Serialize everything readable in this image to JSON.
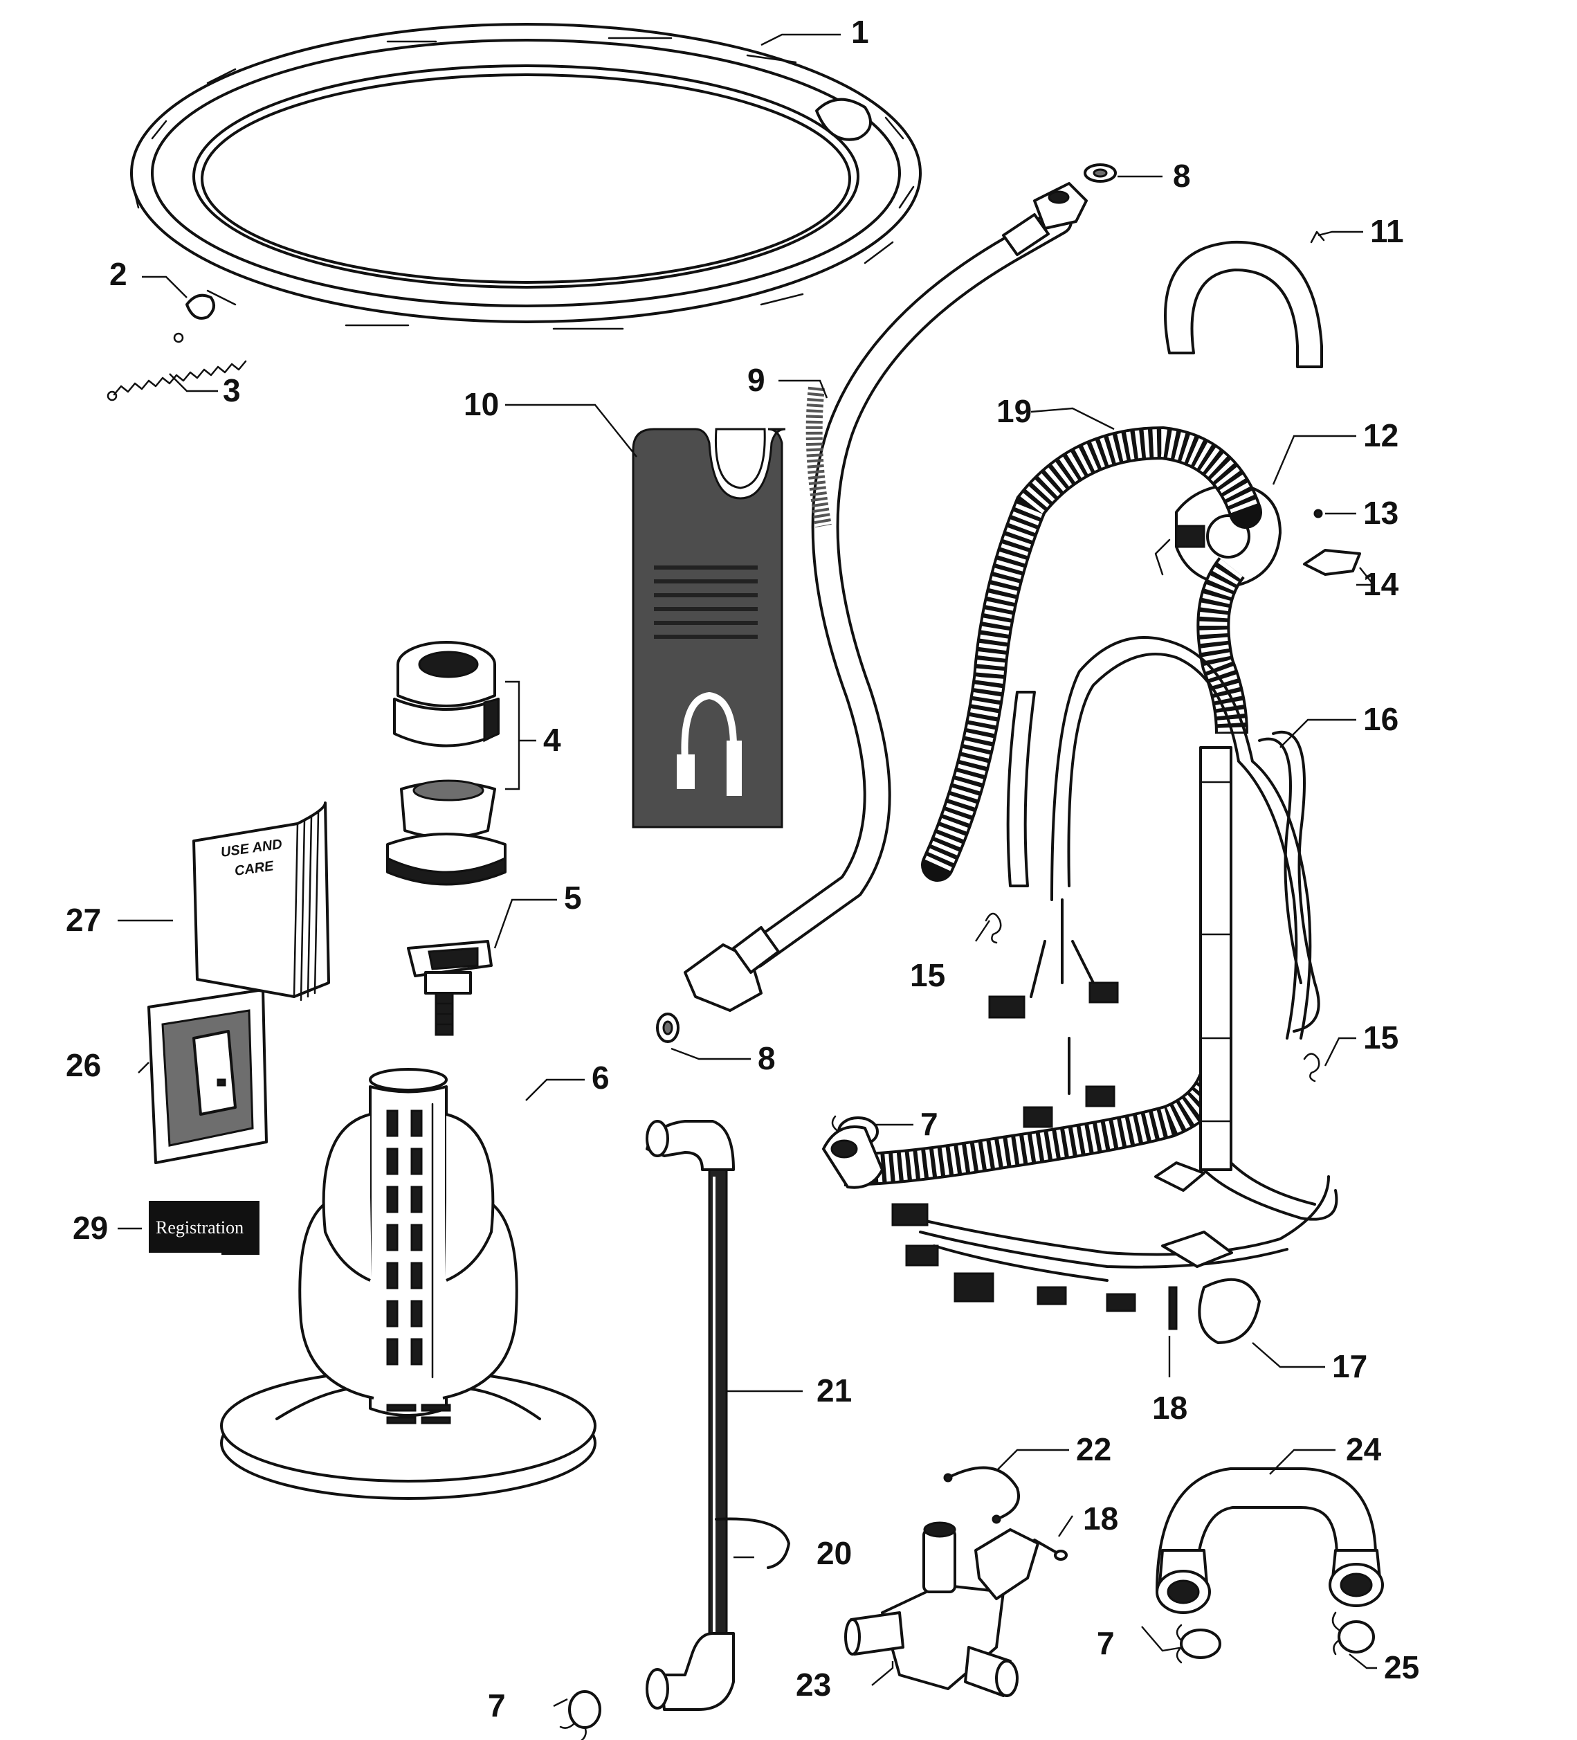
{
  "diagram": {
    "callouts": [
      "1",
      "2",
      "3",
      "4",
      "5",
      "6",
      "7",
      "8",
      "9",
      "10",
      "11",
      "12",
      "13",
      "14",
      "15",
      "16",
      "17",
      "18",
      "19",
      "20",
      "21",
      "22",
      "23",
      "24",
      "25",
      "26",
      "27",
      "29"
    ],
    "extra_callouts": {
      "c7b": "7",
      "c7c": "7",
      "c8b": "8",
      "c15b": "15",
      "c18b": "18"
    },
    "manual_cover_text": [
      "USE AND",
      "CARE"
    ],
    "registration_card_text": "Registration"
  }
}
